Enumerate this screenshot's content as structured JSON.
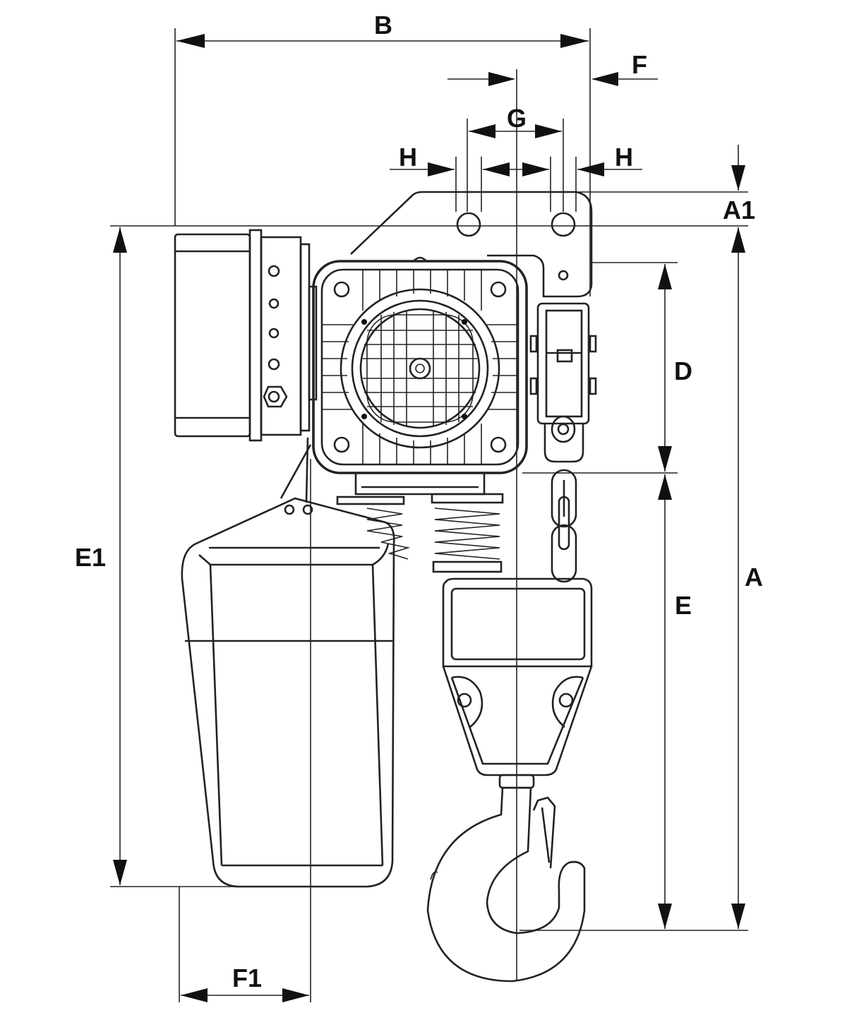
{
  "drawing": {
    "labels": {
      "A": "A",
      "A1": "A1",
      "B": "B",
      "D": "D",
      "E": "E",
      "E1": "E1",
      "F": "F",
      "F1": "F1",
      "G": "G",
      "H_left": "H",
      "H_right": "H"
    }
  }
}
